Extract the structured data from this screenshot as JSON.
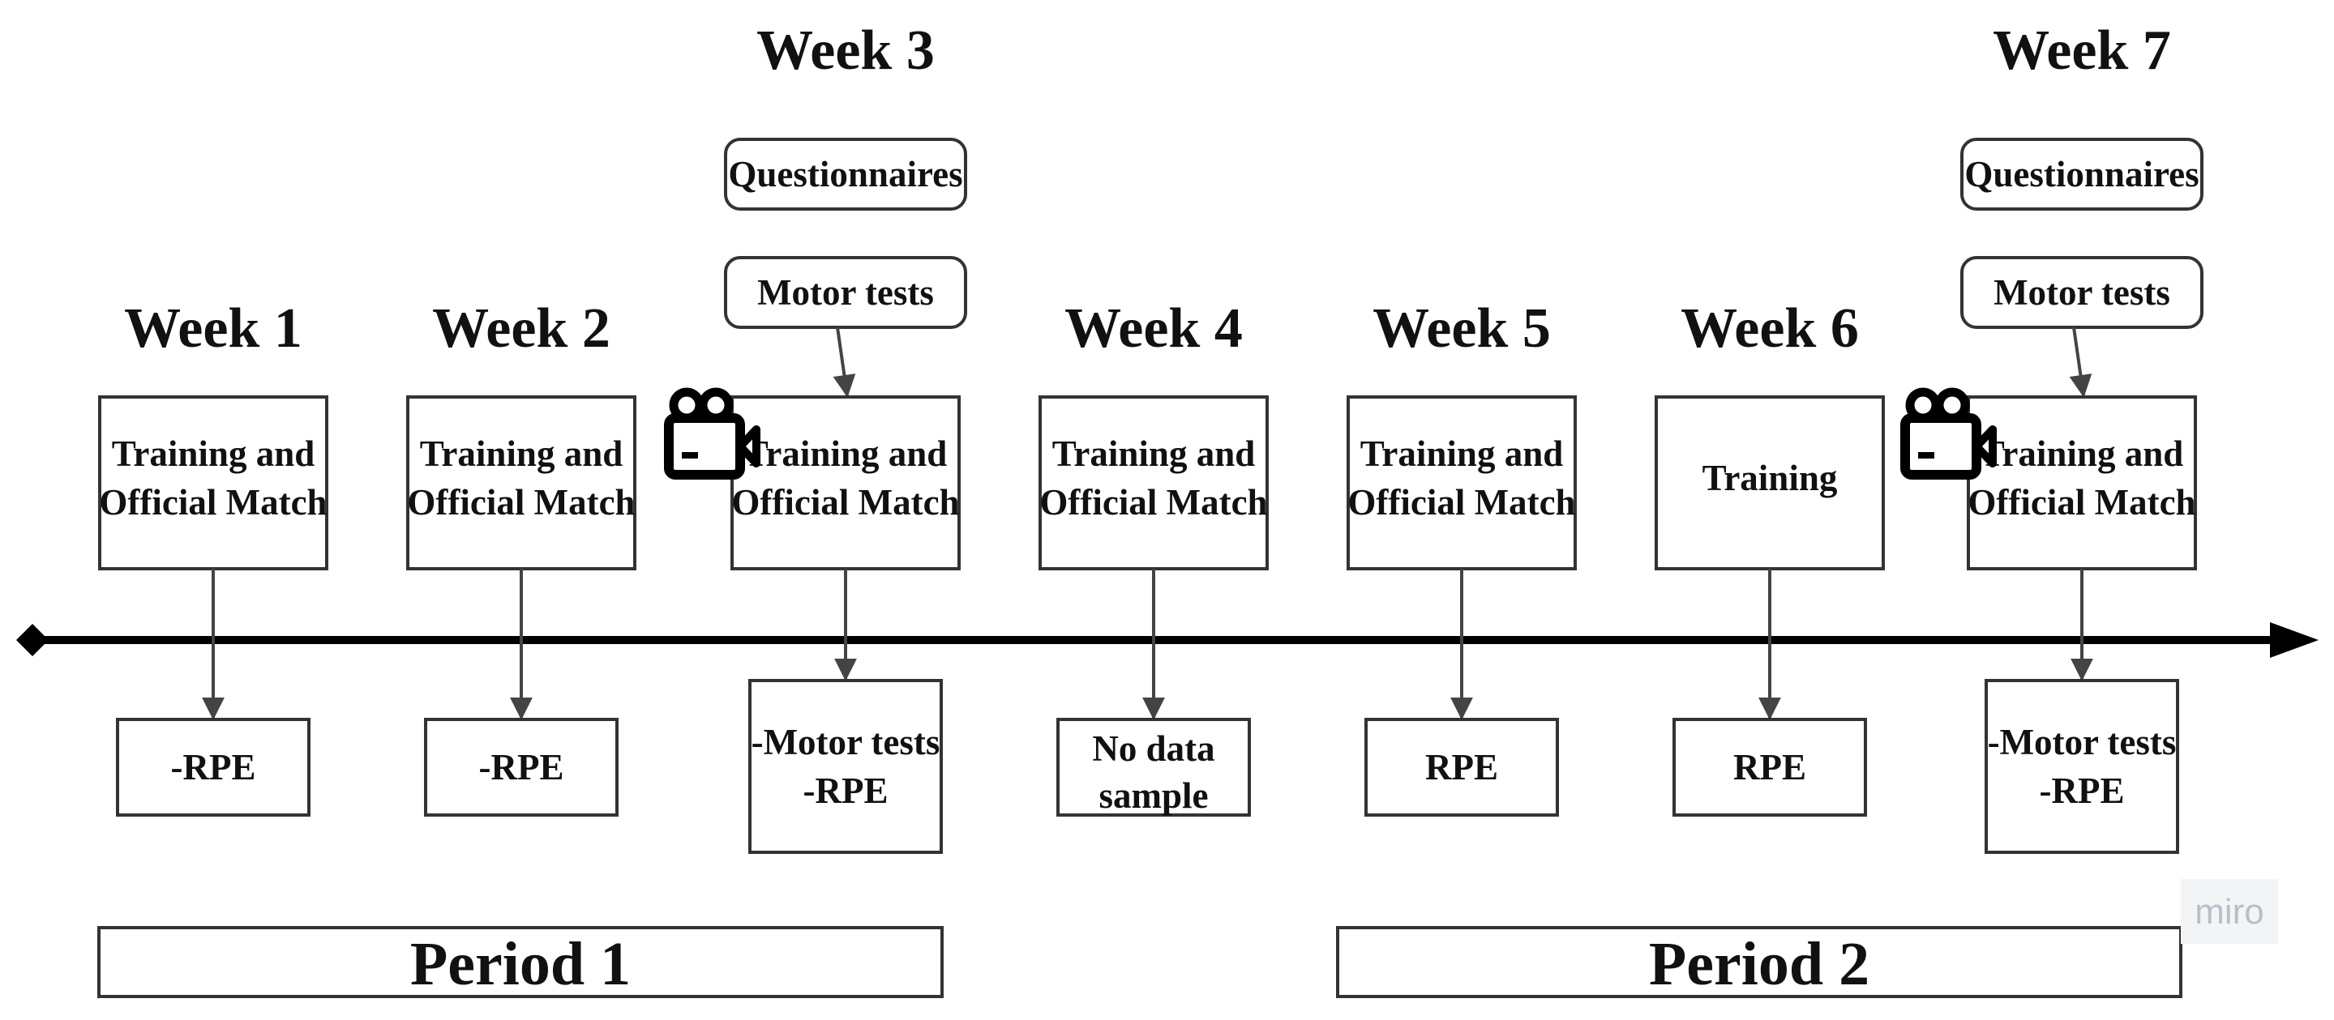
{
  "weeks": [
    {
      "label": "Week 1",
      "activity": [
        "Training and",
        "Official Match"
      ],
      "result": [
        "-RPE"
      ]
    },
    {
      "label": "Week 2",
      "activity": [
        "Training and",
        "Official Match"
      ],
      "result": [
        "-RPE"
      ]
    },
    {
      "label": "Week 3",
      "activity": [
        "Training and",
        "Official Match"
      ],
      "result": [
        "-Motor tests",
        "-RPE"
      ],
      "pre": [
        "Questionnaires",
        "Motor tests"
      ],
      "camera": true
    },
    {
      "label": "Week 4",
      "activity": [
        "Training and",
        "Official Match"
      ],
      "result": [
        "No data",
        "sample"
      ]
    },
    {
      "label": "Week 5",
      "activity": [
        "Training and",
        "Official Match"
      ],
      "result": [
        "RPE"
      ]
    },
    {
      "label": "Week 6",
      "activity": [
        "Training"
      ],
      "result": [
        "RPE"
      ]
    },
    {
      "label": "Week 7",
      "activity": [
        "Training and",
        "Official Match"
      ],
      "result": [
        "-Motor tests",
        "-RPE"
      ],
      "pre": [
        "Questionnaires",
        "Motor tests"
      ],
      "camera": true
    }
  ],
  "periods": [
    "Period 1",
    "Period 2"
  ],
  "watermark": "miro",
  "icons": {
    "camera": "video-camera-icon",
    "start": "diamond-start-icon",
    "end": "arrowhead-icon"
  }
}
